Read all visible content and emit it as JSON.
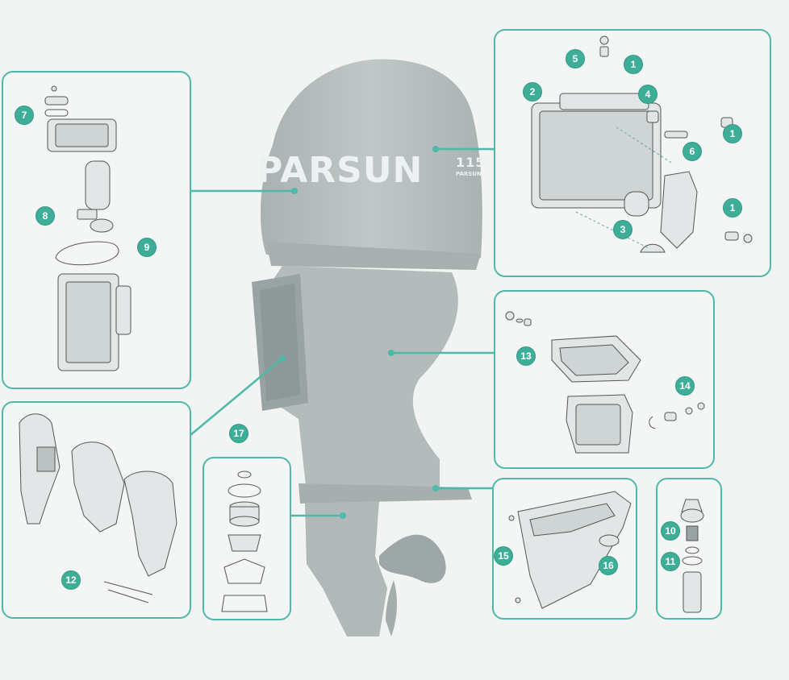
{
  "motor": {
    "brand_text": "PARSUN",
    "model_number": "115",
    "model_brand": "PARSUN"
  },
  "callouts": {
    "b1a": "1",
    "b1b": "1",
    "b1c": "1",
    "b2": "2",
    "b3": "3",
    "b4": "4",
    "b5": "5",
    "b6": "6",
    "b7": "7",
    "b8": "8",
    "b9": "9",
    "b10": "10",
    "b11": "11",
    "b12": "12",
    "b13": "13",
    "b14": "14",
    "b15": "15",
    "b16": "16",
    "b17": "17"
  },
  "colors": {
    "accent": "#4fb8a8",
    "badge": "#3fae98",
    "motor": "#b9c1c1",
    "background": "#f2f4f4"
  }
}
